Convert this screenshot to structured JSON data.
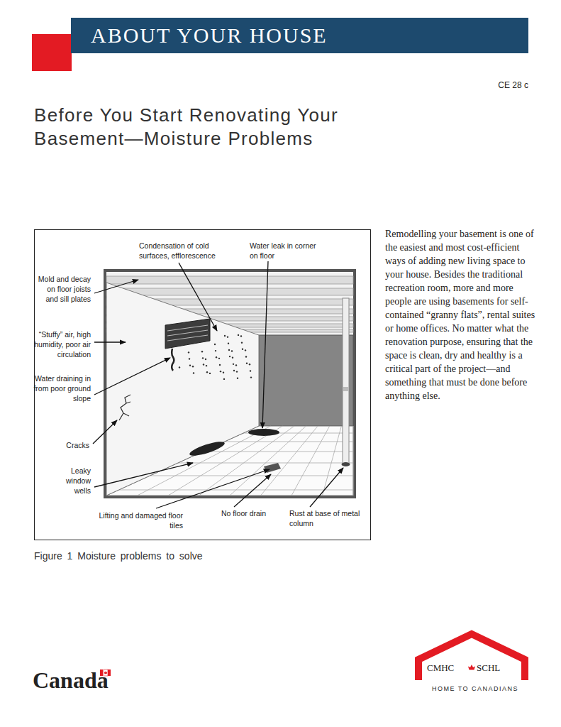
{
  "diagram": {
    "title": "Before You Start Renovating Your Basement—Moisture Problems",
    "caption": "Figure 1 Moisture problems to solve",
    "nodes": [
      {
        "text": [
          "ABOUT YOUR HOUSE"
        ]
      }
    ],
    "labels": [
      "CE 28 c",
      "Condensation of cold surfaces, efflorescence",
      "Water leak in corner on floor",
      "Mold and decay on floor joists and sill plates",
      "“Stuffy” air, high humidity, poor air circulation",
      "Water draining in from poor ground slope",
      "Cracks",
      "Leaky window wells",
      "Lifting and damaged floor tiles",
      "No floor drain",
      "Rust at base of metal column",
      "Remodelling your basement is one of the easiest and most cost-efficient ways of adding new living space to your house. Besides the traditional recreation room, more and more people are using basements for self-contained “granny flats”, rental suites or home offices. No matter what the renovation purpose, ensuring that the space is clean, dry and healthy is a critical part of the project—and something that must be done before anything else.",
      "Canada",
      "CMHC",
      "SCHL",
      "HOME TO CANADIANS"
    ]
  }
}
